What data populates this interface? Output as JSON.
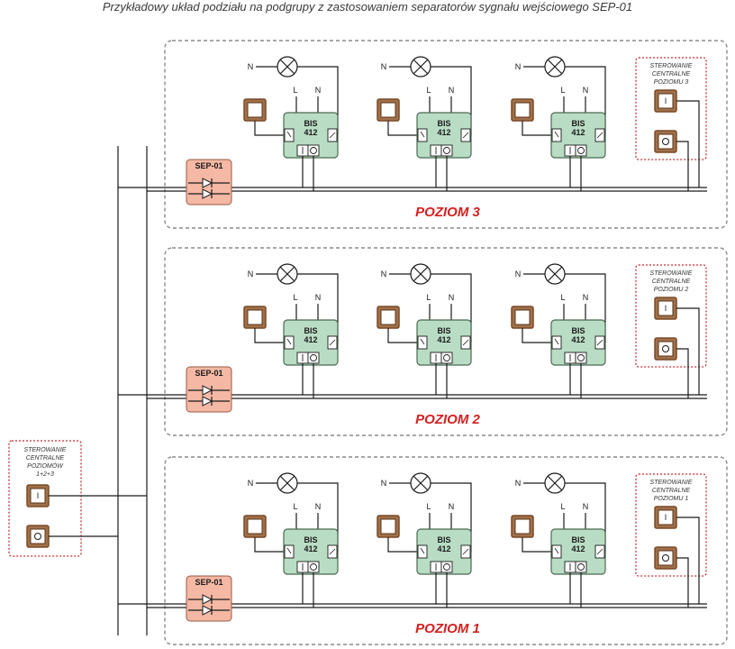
{
  "title": "Przykładowy układ  podziału na podgrupy z zastosowaniem separatorów sygnału wejściowego SEP-01",
  "colors": {
    "level_text": "#d42020",
    "control_border": "#c83030",
    "separator_fill": "#f4b8a4",
    "module_fill": "#b9dcc4",
    "switch_frame": "#7a4a28",
    "wire": "#1a1a1a",
    "wire_light": "#9a9a9a",
    "box_dash": "#8a8a8a"
  },
  "icons": {
    "lamp": "lamp-icon",
    "wall_switch": "wall-switch-icon",
    "diode": "diode-icon",
    "push_button_on": "push-button-icon",
    "push_button_off": "push-button-icon"
  },
  "module_labels": {
    "line1": "BIS",
    "line2": "412"
  },
  "terminal_labels": {
    "neutral": "N",
    "live": "L"
  },
  "separator_label": "SEP-01",
  "button_glyphs": {
    "on": "I",
    "off": "O"
  },
  "levels": [
    {
      "name": "POZIOM 3",
      "control": [
        "STEROWANIE",
        "CENTRALNE",
        "POZIOMU 3"
      ]
    },
    {
      "name": "POZIOM 2",
      "control": [
        "STEROWANIE",
        "CENTRALNE",
        "POZIOMU 2"
      ]
    },
    {
      "name": "POZIOM 1",
      "control": [
        "STEROWANIE",
        "CENTRALNE",
        "POZIOMU 1"
      ]
    }
  ],
  "global_control": [
    "STEROWANIE",
    "CENTRALNE",
    "POZIOMÓW",
    "1+2+3"
  ]
}
